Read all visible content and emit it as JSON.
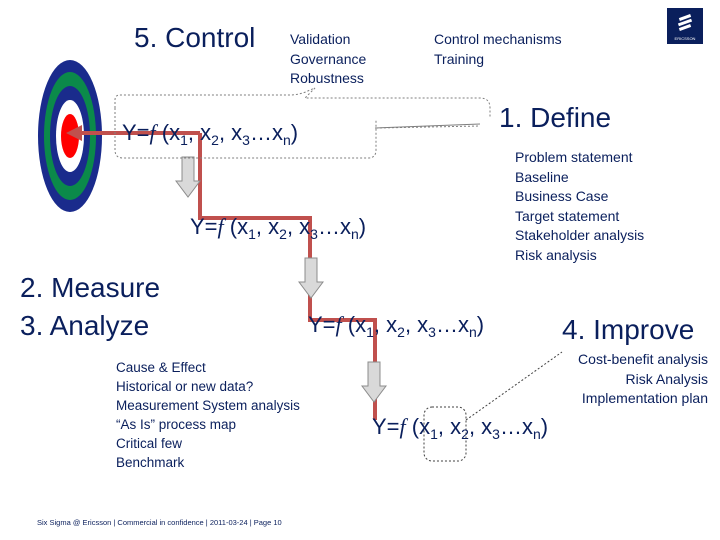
{
  "phases": {
    "control": "5. Control",
    "define": "1. Define",
    "measure": "2. Measure",
    "analyze": "3. Analyze",
    "improve": "4. Improve"
  },
  "control_items_left": [
    "Validation",
    "Governance",
    "Robustness"
  ],
  "control_items_right": [
    "Control mechanisms",
    "Training"
  ],
  "define_items": [
    "Problem statement",
    "Baseline",
    "Business Case",
    "Target statement",
    "Stakeholder analysis",
    "Risk analysis"
  ],
  "analyze_items": [
    "Cause & Effect",
    "Historical or new data?",
    "Measurement System analysis",
    "“As Is” process map",
    "Critical few",
    "Benchmark"
  ],
  "improve_items": [
    "Cost-benefit analysis",
    "Risk Analysis",
    "Implementation plan"
  ],
  "equation": {
    "lhs": "Y=",
    "func": "f",
    "args": "(x",
    "sub1": "1",
    "sep1": ", x",
    "sub2": "2",
    "sep2": ", x",
    "sub3": "3",
    "dots": "…x",
    "subn": "n",
    "close": ")"
  },
  "logo": {
    "name": "ericsson-logo-icon",
    "text": "ERICSSON"
  },
  "footer": "Six Sigma @ Ericsson  |  Commercial in confidence  |  2011-03-24  |  Page 10",
  "colors": {
    "text": "#0a1f5c",
    "arrow": "#c0504d",
    "target_red": "#ff0000",
    "target_green": "#0b8a4a",
    "target_navy": "#1a2b8c"
  }
}
